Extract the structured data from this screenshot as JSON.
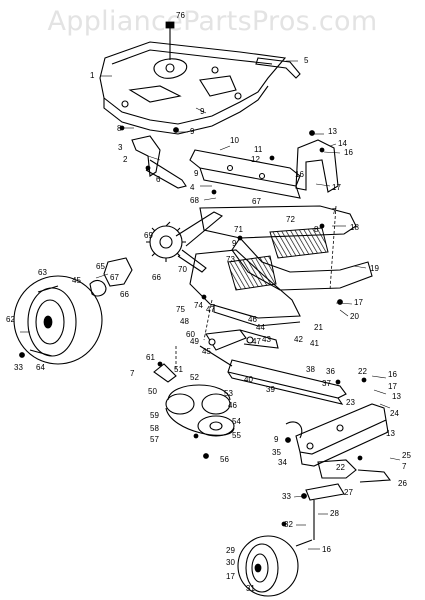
{
  "watermark": "AppliancePartsPros.com",
  "callouts": [
    {
      "id": "c76",
      "text": "76"
    },
    {
      "id": "c1",
      "text": "1"
    },
    {
      "id": "c5",
      "text": "5"
    },
    {
      "id": "c8a",
      "text": "8"
    },
    {
      "id": "c9a",
      "text": "9"
    },
    {
      "id": "c9b",
      "text": "9"
    },
    {
      "id": "c3",
      "text": "3"
    },
    {
      "id": "c2",
      "text": "2"
    },
    {
      "id": "c6",
      "text": "6"
    },
    {
      "id": "c9c",
      "text": "9"
    },
    {
      "id": "c10",
      "text": "10"
    },
    {
      "id": "c11",
      "text": "11"
    },
    {
      "id": "c12",
      "text": "12"
    },
    {
      "id": "c13a",
      "text": "13"
    },
    {
      "id": "c14",
      "text": "14"
    },
    {
      "id": "c16a",
      "text": "16"
    },
    {
      "id": "c16b",
      "text": "16"
    },
    {
      "id": "c17a",
      "text": "17"
    },
    {
      "id": "c4",
      "text": "4"
    },
    {
      "id": "c68",
      "text": "68"
    },
    {
      "id": "c67a",
      "text": "67"
    },
    {
      "id": "c7a",
      "text": "7"
    },
    {
      "id": "c8b",
      "text": "8"
    },
    {
      "id": "c72",
      "text": "72"
    },
    {
      "id": "c18",
      "text": "18"
    },
    {
      "id": "c71",
      "text": "71"
    },
    {
      "id": "c69",
      "text": "69"
    },
    {
      "id": "c66a",
      "text": "66"
    },
    {
      "id": "c70",
      "text": "70"
    },
    {
      "id": "c9d",
      "text": "9"
    },
    {
      "id": "c73",
      "text": "73"
    },
    {
      "id": "c19",
      "text": "19"
    },
    {
      "id": "c63",
      "text": "63"
    },
    {
      "id": "c65",
      "text": "65"
    },
    {
      "id": "c45a",
      "text": "45"
    },
    {
      "id": "c67b",
      "text": "67"
    },
    {
      "id": "c66b",
      "text": "66"
    },
    {
      "id": "c17b",
      "text": "17"
    },
    {
      "id": "c20",
      "text": "20"
    },
    {
      "id": "c75",
      "text": "75"
    },
    {
      "id": "c62",
      "text": "62"
    },
    {
      "id": "c74",
      "text": "74"
    },
    {
      "id": "c48",
      "text": "48"
    },
    {
      "id": "c47a",
      "text": "47"
    },
    {
      "id": "c46a",
      "text": "46"
    },
    {
      "id": "c44",
      "text": "44"
    },
    {
      "id": "c21",
      "text": "21"
    },
    {
      "id": "c60",
      "text": "60"
    },
    {
      "id": "c43",
      "text": "43"
    },
    {
      "id": "c47b",
      "text": "47"
    },
    {
      "id": "c42",
      "text": "42"
    },
    {
      "id": "c49",
      "text": "49"
    },
    {
      "id": "c45b",
      "text": "45"
    },
    {
      "id": "c41",
      "text": "41"
    },
    {
      "id": "c33a",
      "text": "33"
    },
    {
      "id": "c64",
      "text": "64"
    },
    {
      "id": "c61",
      "text": "61"
    },
    {
      "id": "c7b",
      "text": "7"
    },
    {
      "id": "c51",
      "text": "51"
    },
    {
      "id": "c52",
      "text": "52"
    },
    {
      "id": "c36",
      "text": "36"
    },
    {
      "id": "c22",
      "text": "22"
    },
    {
      "id": "c16c",
      "text": "16"
    },
    {
      "id": "c40",
      "text": "40"
    },
    {
      "id": "c38",
      "text": "38"
    },
    {
      "id": "c39",
      "text": "39"
    },
    {
      "id": "c37",
      "text": "37"
    },
    {
      "id": "c17c",
      "text": "17"
    },
    {
      "id": "c50",
      "text": "50"
    },
    {
      "id": "c53",
      "text": "53"
    },
    {
      "id": "c46b",
      "text": "46"
    },
    {
      "id": "c13b",
      "text": "13"
    },
    {
      "id": "c23",
      "text": "23"
    },
    {
      "id": "c24",
      "text": "24"
    },
    {
      "id": "c59",
      "text": "59"
    },
    {
      "id": "c58",
      "text": "58"
    },
    {
      "id": "c57",
      "text": "57"
    },
    {
      "id": "c54",
      "text": "54"
    },
    {
      "id": "c55",
      "text": "55"
    },
    {
      "id": "c13c",
      "text": "13"
    },
    {
      "id": "c9e",
      "text": "9"
    },
    {
      "id": "c35",
      "text": "35"
    },
    {
      "id": "c34",
      "text": "34"
    },
    {
      "id": "c22b",
      "text": "22"
    },
    {
      "id": "c56",
      "text": "56"
    },
    {
      "id": "c25",
      "text": "25"
    },
    {
      "id": "c7c",
      "text": "7"
    },
    {
      "id": "c26",
      "text": "26"
    },
    {
      "id": "c27",
      "text": "27"
    },
    {
      "id": "c33b",
      "text": "33"
    },
    {
      "id": "c28",
      "text": "28"
    },
    {
      "id": "c32",
      "text": "32"
    },
    {
      "id": "c29",
      "text": "29"
    },
    {
      "id": "c30",
      "text": "30"
    },
    {
      "id": "c17d",
      "text": "17"
    },
    {
      "id": "c16d",
      "text": "16"
    },
    {
      "id": "c31",
      "text": "31"
    }
  ]
}
